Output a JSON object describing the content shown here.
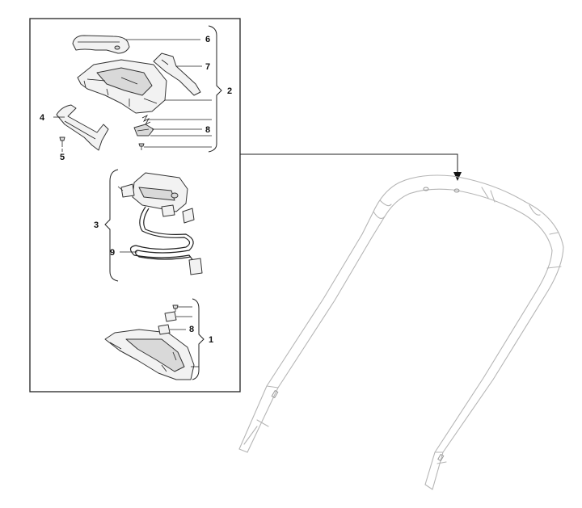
{
  "callouts": [
    {
      "id": "6",
      "text": "6"
    },
    {
      "id": "7",
      "text": "7"
    },
    {
      "id": "2",
      "text": "2"
    },
    {
      "id": "4",
      "text": "4"
    },
    {
      "id": "8a",
      "text": "8"
    },
    {
      "id": "5",
      "text": "5"
    },
    {
      "id": "3",
      "text": "3"
    },
    {
      "id": "9",
      "text": "9"
    },
    {
      "id": "8b",
      "text": "8"
    },
    {
      "id": "1",
      "text": "1"
    }
  ],
  "icons": {
    "arrow": "down-arrow-icon"
  }
}
